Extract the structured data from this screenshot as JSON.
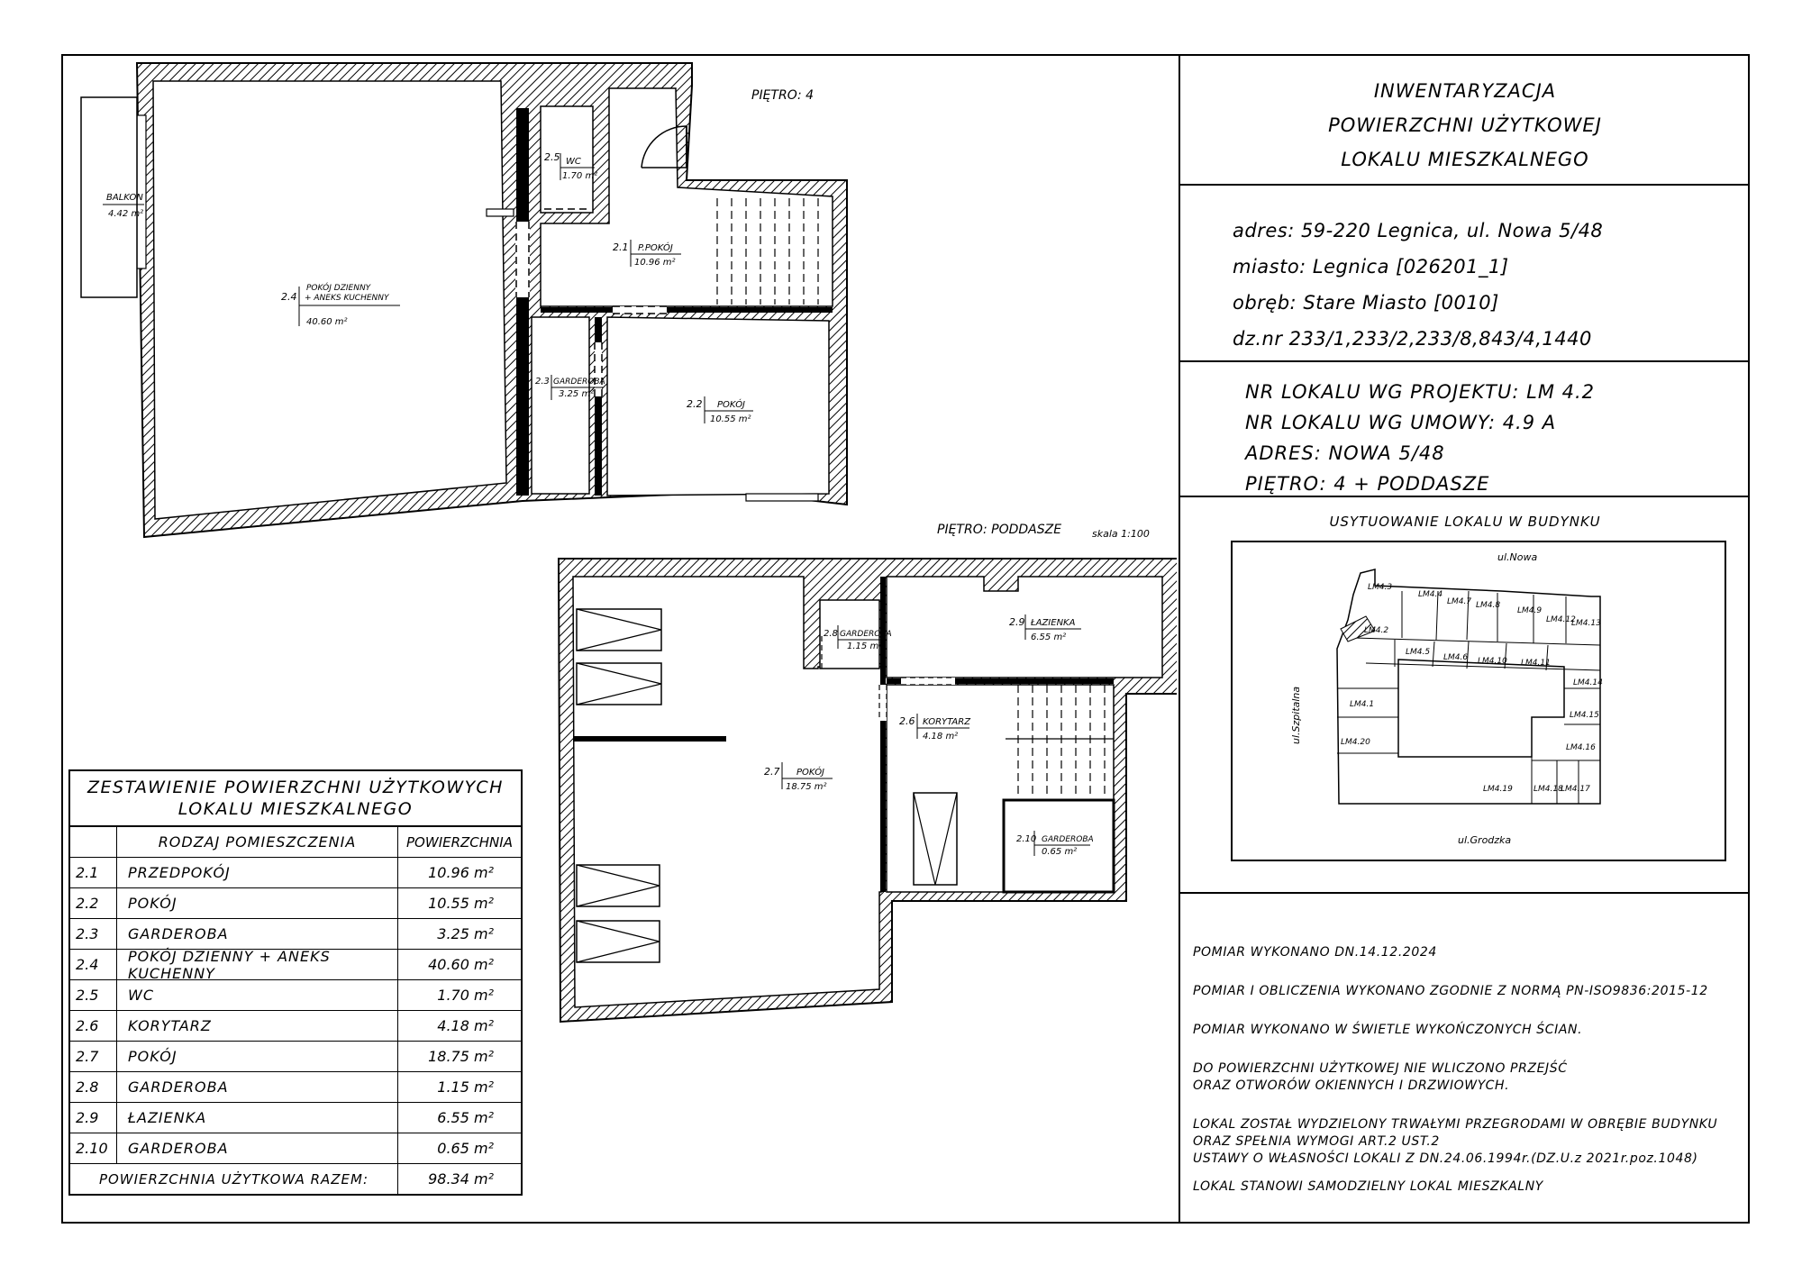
{
  "title": {
    "line1": "INWENTARYZACJA",
    "line2": "POWIERZCHNI UŻYTKOWEJ",
    "line3": "LOKALU MIESZKALNEGO"
  },
  "address": {
    "adres": "adres: 59-220 Legnica, ul. Nowa 5/48",
    "miasto": "miasto: Legnica [026201_1]",
    "obreb": "obręb: Stare Miasto [0010]",
    "dz": "dz.nr 233/1,233/2,233/8,843/4,1440"
  },
  "lokal": {
    "projekt": "NR LOKALU WG PROJEKTU: LM 4.2",
    "umowa": "NR LOKALU WG UMOWY: 4.9 A",
    "adres": "ADRES: NOWA 5/48",
    "pietro": "PIĘTRO: 4 + PODDASZE"
  },
  "site_map": {
    "title": "USYTUOWANIE LOKALU W BUDYNKU",
    "streets": {
      "north": "ul.Nowa",
      "south": "ul.Grodzka",
      "west": "ul.Szpitalna"
    },
    "units": [
      "LM4.3",
      "LM4.4",
      "LM4.7",
      "LM4.8",
      "LM4.9",
      "LM4.12",
      "LM4.13",
      "LM4.2",
      "LM4.5",
      "LM4.6",
      "LM4.10",
      "LM4.11",
      "LM4.14",
      "LM4.1",
      "LM4.15",
      "LM4.20",
      "LM4.16",
      "LM4.19",
      "LM4.18",
      "LM4.17"
    ]
  },
  "notes": [
    "POMIAR WYKONANO DN.14.12.2024",
    "POMIAR I OBLICZENIA WYKONANO ZGODNIE Z NORMĄ PN-ISO9836:2015-12",
    "POMIAR WYKONANO W ŚWIETLE WYKOŃCZONYCH ŚCIAN.",
    "DO POWIERZCHNI UŻYTKOWEJ NIE WLICZONO PRZEJŚĆ",
    "ORAZ OTWORÓW OKIENNYCH I DRZWIOWYCH.",
    "LOKAL ZOSTAŁ WYDZIELONY TRWAŁYMI PRZEGRODAMI W OBRĘBIE BUDYNKU",
    "ORAZ SPEŁNIA WYMOGI ART.2 UST.2",
    "USTAWY O WŁASNOŚCI LOKALI Z DN.24.06.1994r.(DZ.U.z 2021r.poz.1048)",
    "LOKAL STANOWI SAMODZIELNY LOKAL MIESZKALNY"
  ],
  "plan": {
    "floor4_label": "PIĘTRO: 4",
    "attic_label": "PIĘTRO: PODDASZE",
    "scale": "skala 1:100",
    "balcony": {
      "name": "BALKON",
      "area": "4.42 m²"
    },
    "rooms": [
      {
        "no": "2.1",
        "name": "P.POKÓJ",
        "area": "10.96 m²"
      },
      {
        "no": "2.2",
        "name": "POKÓJ",
        "area": "10.55 m²"
      },
      {
        "no": "2.3",
        "name": "GARDEROBA",
        "area": "3.25 m²"
      },
      {
        "no": "2.4",
        "name": "POKÓJ DZIENNY",
        "name2": "+ ANEKS KUCHENNY",
        "area": "40.60 m²"
      },
      {
        "no": "2.5",
        "name": "WC",
        "area": "1.70 m²"
      },
      {
        "no": "2.6",
        "name": "KORYTARZ",
        "area": "4.18 m²"
      },
      {
        "no": "2.7",
        "name": "POKÓJ",
        "area": "18.75 m²"
      },
      {
        "no": "2.8",
        "name": "GARDEROBA",
        "area": "1.15 m²"
      },
      {
        "no": "2.9",
        "name": "ŁAZIENKA",
        "area": "6.55 m²"
      },
      {
        "no": "2.10",
        "name": "GARDEROBA",
        "area": "0.65 m²"
      }
    ]
  },
  "summary_table": {
    "title1": "ZESTAWIENIE POWIERZCHNI UŻYTKOWYCH",
    "title2": "LOKALU MIESZKALNEGO",
    "col_name": "RODZAJ POMIESZCZENIA",
    "col_area": "POWIERZCHNIA",
    "rows": [
      {
        "no": "2.1",
        "name": "PRZEDPOKÓJ",
        "area": "10.96 m²"
      },
      {
        "no": "2.2",
        "name": "POKÓJ",
        "area": "10.55 m²"
      },
      {
        "no": "2.3",
        "name": "GARDEROBA",
        "area": "3.25 m²"
      },
      {
        "no": "2.4",
        "name": "POKÓJ DZIENNY + ANEKS KUCHENNY",
        "area": "40.60 m²"
      },
      {
        "no": "2.5",
        "name": "WC",
        "area": "1.70 m²"
      },
      {
        "no": "2.6",
        "name": "KORYTARZ",
        "area": "4.18 m²"
      },
      {
        "no": "2.7",
        "name": "POKÓJ",
        "area": "18.75 m²"
      },
      {
        "no": "2.8",
        "name": "GARDEROBA",
        "area": "1.15 m²"
      },
      {
        "no": "2.9",
        "name": "ŁAZIENKA",
        "area": "6.55 m²"
      },
      {
        "no": "2.10",
        "name": "GARDEROBA",
        "area": "0.65 m²"
      }
    ],
    "total_label": "POWIERZCHNIA UŻYTKOWA RAZEM:",
    "total_area": "98.34 m²"
  }
}
